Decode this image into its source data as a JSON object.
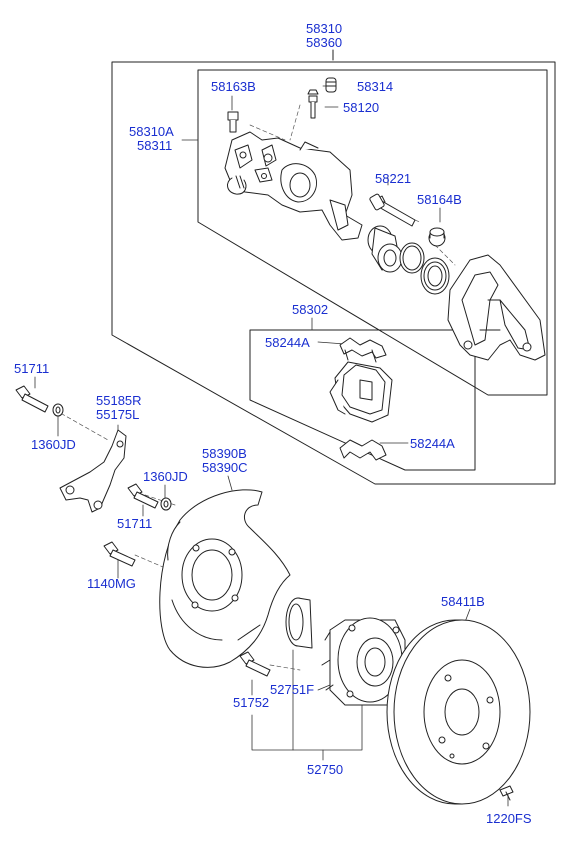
{
  "labels": {
    "l_58310": "58310",
    "l_58360": "58360",
    "l_58163B": "58163B",
    "l_58314": "58314",
    "l_58120": "58120",
    "l_58310A": "58310A",
    "l_58311": "58311",
    "l_58221": "58221",
    "l_58164B": "58164B",
    "l_58302": "58302",
    "l_58244A_top": "58244A",
    "l_58244A_bot": "58244A",
    "l_51711_top": "51711",
    "l_55185R": "55185R",
    "l_55175L": "55175L",
    "l_1360JD_left": "1360JD",
    "l_58390B": "58390B",
    "l_58390C": "58390C",
    "l_1360JD_mid": "1360JD",
    "l_51711_mid": "51711",
    "l_1140MG": "1140MG",
    "l_58411B": "58411B",
    "l_51752": "51752",
    "l_52751F": "52751F",
    "l_52750": "52750",
    "l_1220FS": "1220FS"
  },
  "colors": {
    "label_text": "#1a2fd0",
    "line_art": "#222222",
    "background": "#ffffff"
  }
}
